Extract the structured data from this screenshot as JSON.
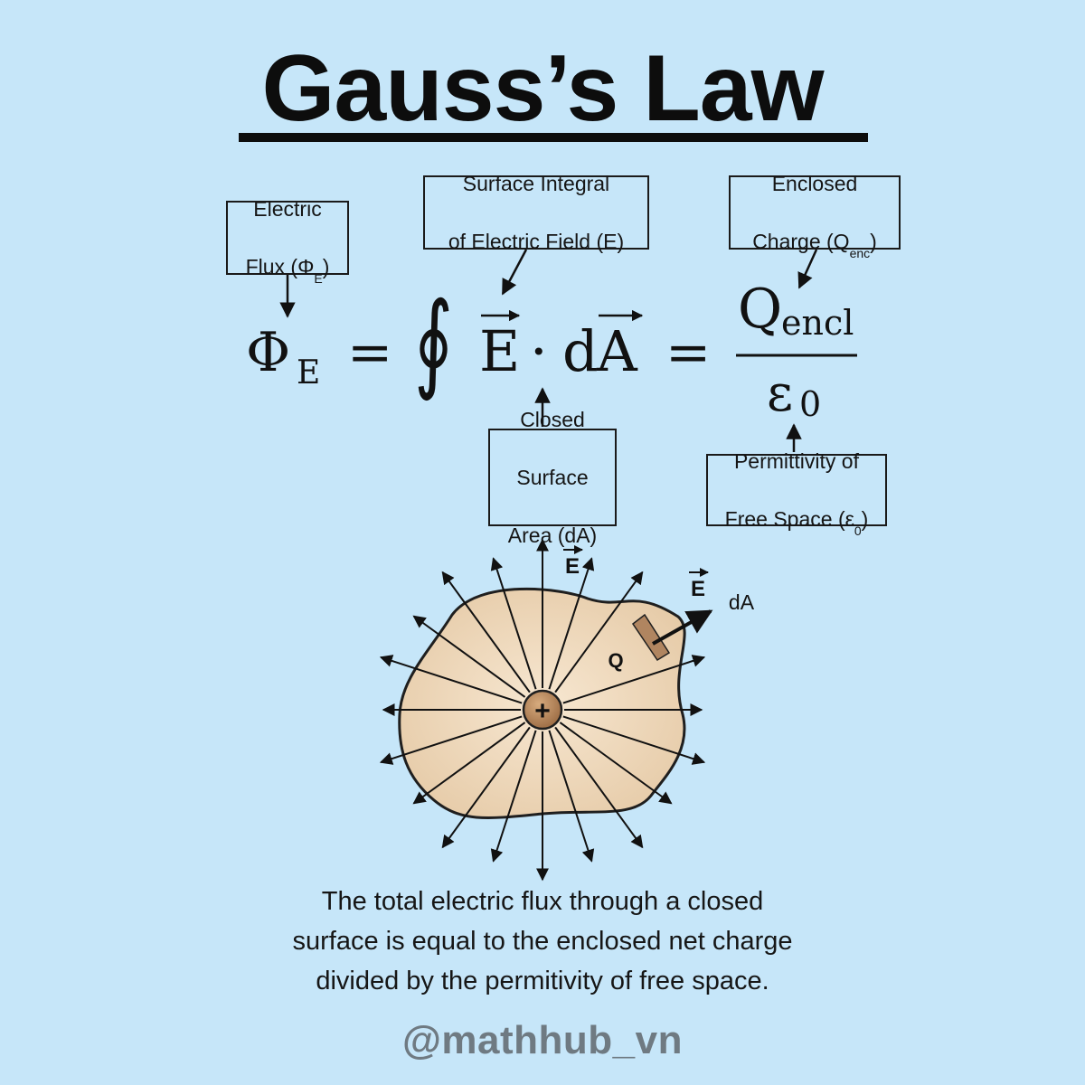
{
  "title": "Gauss’s Law",
  "labels": {
    "flux": {
      "line1": "Electric",
      "line2": "Flux (Φ",
      "sub": "E",
      "tail": ")"
    },
    "surface_integral": {
      "line1": "Surface Integral",
      "line2": "of Electric Field (E)"
    },
    "enclosed_charge": {
      "line1": "Enclosed",
      "line2": "Charge (Q",
      "sub": "enc",
      "tail": ")"
    },
    "closed_surface": {
      "line1": "Closed",
      "line2": "Surface",
      "line3": "Area (dA)"
    },
    "permittivity": {
      "line1": "Permittivity of",
      "line2": "Free Space (ε",
      "sub": "0",
      "tail": ")"
    }
  },
  "equation": {
    "phi": "Φ",
    "phi_sub": "E",
    "equals": "=",
    "integral": "∮",
    "E": "E",
    "dot": "·",
    "dA_d": "d",
    "dA_A": "A",
    "numerator": "Q",
    "numerator_sub": "encl",
    "denominator": "ε",
    "denominator_sub": "0"
  },
  "diagram": {
    "field_label": "E",
    "field_label_2": "E",
    "area_label": "dA",
    "charge_label": "Q",
    "center_symbol": "+"
  },
  "caption": {
    "line1": "The total electric flux through a closed",
    "line2": "surface is equal to the enclosed net charge",
    "line3": "divided by the permitivity of free space."
  },
  "handle": "@mathhub_vn",
  "colors": {
    "background": "#c6e6f9",
    "surface_fill": "#eed8bb",
    "surface_stroke": "#1f1f1f",
    "charge_fill": "#b5835a",
    "patch_fill": "#b08560",
    "handle_color": "#6f7a82"
  }
}
